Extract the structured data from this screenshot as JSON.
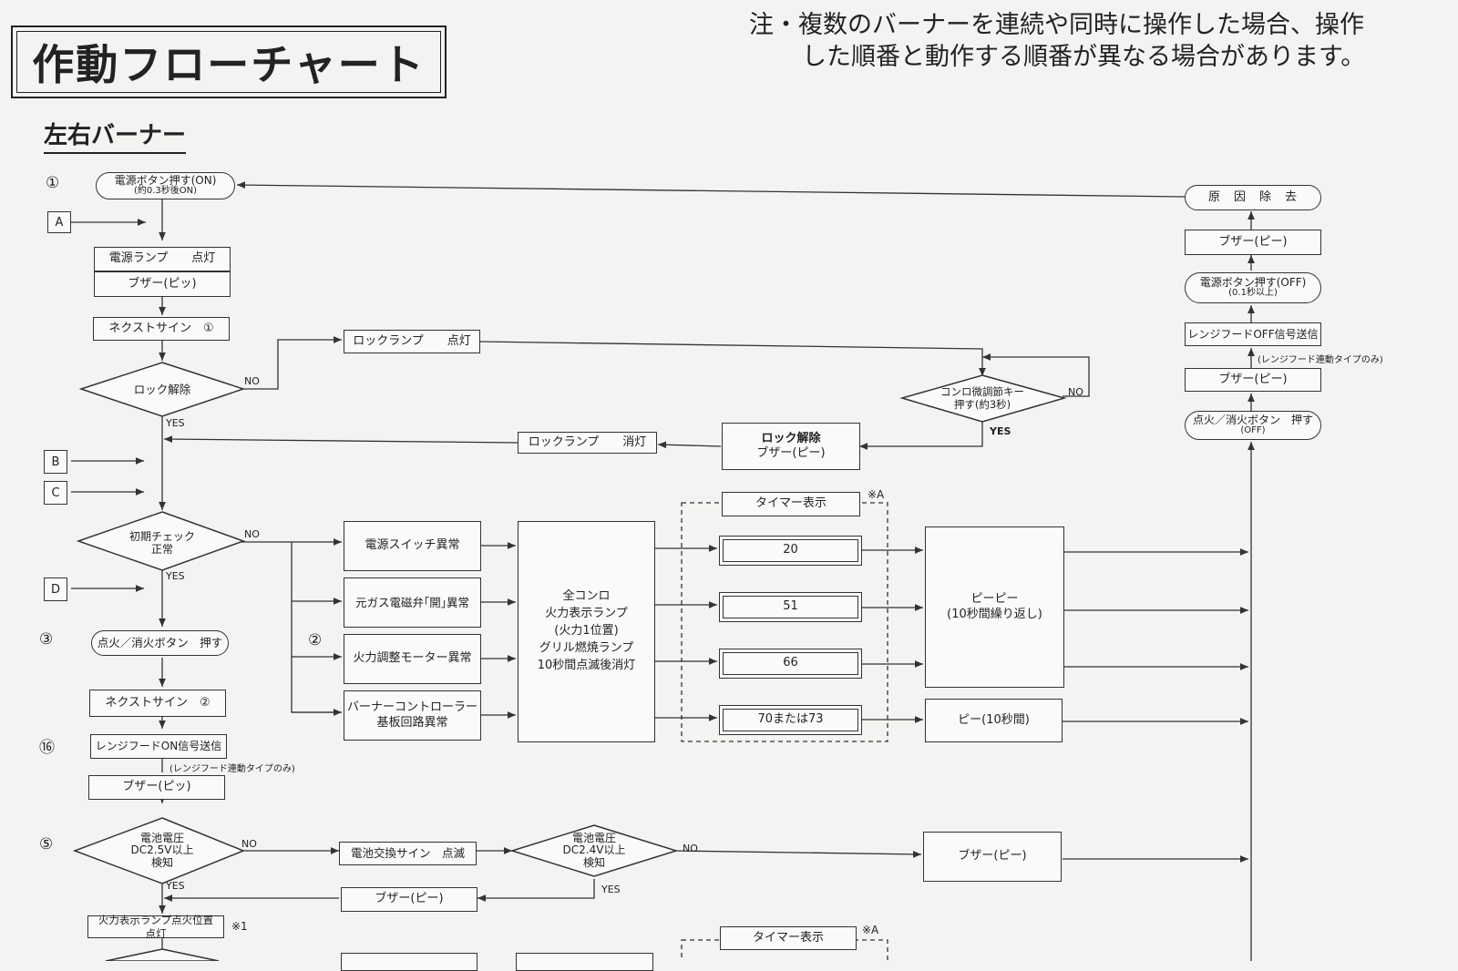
{
  "title": "作動フローチャート",
  "note": [
    "注・複数のバーナーを連続や同時に操作した場合、操作",
    "した順番と動作する順番が異なる場合があります。"
  ],
  "section_title": "左右バーナー",
  "steps": {
    "s1": "①",
    "s2": "②",
    "s3": "③",
    "s16": "⑯",
    "s5": "⑤"
  },
  "entry_labels": {
    "a": "A",
    "b": "B",
    "c": "C",
    "d": "D"
  },
  "nodes": {
    "power_on": "電源ボタン押す(ON)",
    "power_on_sub": "(約0.3秒後ON)",
    "power_lamp": "電源ランプ　　点灯",
    "buzzer_pi": "ブザー(ピッ)",
    "next_sign_1": "ネクストサイン　①",
    "lock_lamp_on": "ロックランプ　　点灯",
    "lock_release": "ロック解除",
    "lock_lamp_off": "ロックランプ　　消灯",
    "lock_release_buzzer_1": "ロック解除",
    "lock_release_buzzer_2": "ブザー(ピー)",
    "konro_key_1": "コンロ微調節キー",
    "konro_key_2": "押す(約3秒)",
    "cause_removal": "原　因　除　去",
    "buzzer_pii_r1": "ブザー(ピー)",
    "power_off": "電源ボタン押す(OFF)",
    "power_off_sub": "(0.1秒以上)",
    "hood_off": "レンジフードOFF信号送信",
    "hood_note_r": "(レンジフード連動タイプのみ)",
    "buzzer_pii_r2": "ブザー(ピー)",
    "ignite_off": "点火／消火ボタン　押す",
    "ignite_off_sub": "(OFF)",
    "init_check_1": "初期チェック",
    "init_check_2": "正常",
    "timer_display": "タイマー表示",
    "note_a": "※A",
    "err_power_switch": "電源スイッチ異常",
    "err_gas_valve": "元ガス電磁弁｢開｣異常",
    "err_motor": "火力調整モーター異常",
    "err_board_1": "バーナーコントローラー",
    "err_board_2": "基板回路異常",
    "all_konro_1": "全コンロ",
    "all_konro_2": "火力表示ランプ",
    "all_konro_3": "(火力1位置)",
    "all_konro_4": "グリル燃焼ランプ",
    "all_konro_5": "10秒間点滅後消灯",
    "code_20": "20",
    "code_51": "51",
    "code_66": "66",
    "code_70": "70または73",
    "beep_1": "ピーピー",
    "beep_2": "(10秒間繰り返し)",
    "beep_10": "ピー(10秒間)",
    "ignite_on": "点火／消火ボタン　押す",
    "next_sign_2": "ネクストサイン　②",
    "hood_on": "レンジフードON信号送信",
    "hood_note_l": "(レンジフード連動タイプのみ)",
    "buzzer_pi_2": "ブザー(ピッ)",
    "battery_1": "電池電圧",
    "battery_2": "DC2.5V以上",
    "battery_3": "検知",
    "battery_change": "電池交換サイン　点滅",
    "battery24_1": "電池電圧",
    "battery24_2": "DC2.4V以上",
    "battery24_3": "検知",
    "buzzer_pii_b": "ブザー(ピー)",
    "buzzer_pii_c": "ブザー(ピー)",
    "fire_lamp": "火力表示ランプ点火位置　点灯",
    "note_1": "※1",
    "timer_display_2": "タイマー表示",
    "note_a2": "※A"
  },
  "edge_labels": {
    "yes": "YES",
    "no": "NO"
  }
}
